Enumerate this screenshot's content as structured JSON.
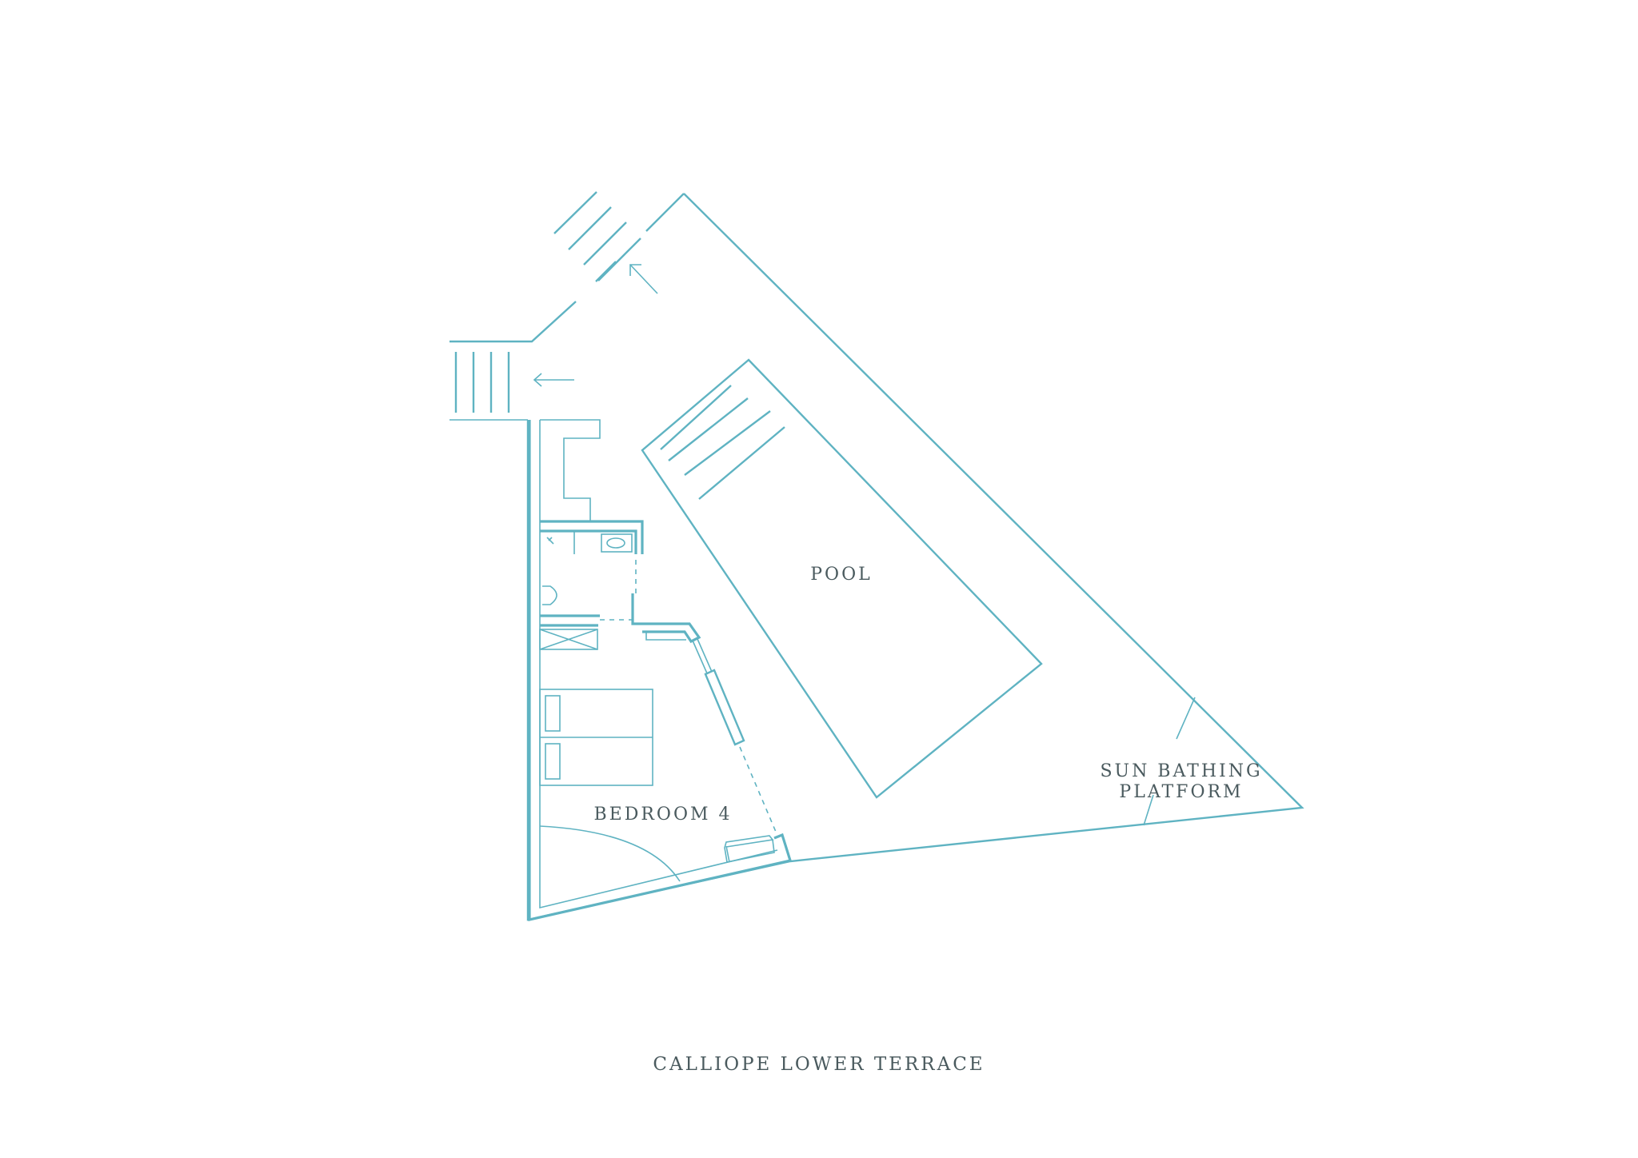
{
  "title": "CALLIOPE LOWER TERRACE",
  "labels": {
    "pool": "POOL",
    "bedroom": "BEDROOM 4",
    "sun_line1": "SUN BATHING",
    "sun_line2": "PLATFORM"
  },
  "colors": {
    "line": "#5fb3c2",
    "text": "#4a5a5e"
  }
}
